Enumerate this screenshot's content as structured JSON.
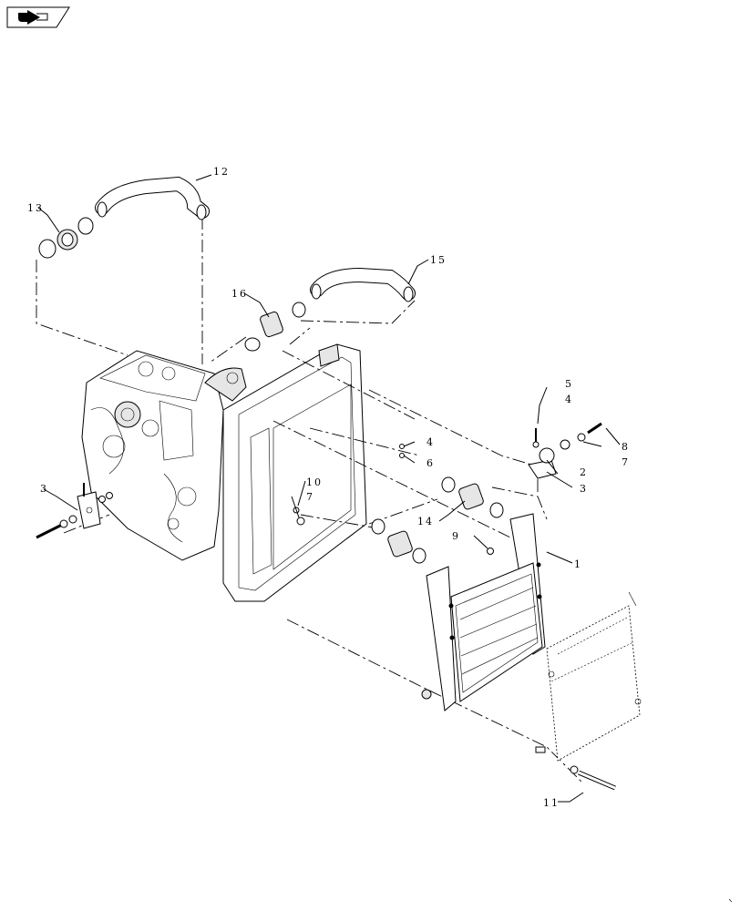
{
  "nav": {
    "icon": "forward-arrow-icon"
  },
  "callouts": {
    "c1": "1",
    "c2": "2",
    "c3a": "3",
    "c3b": "3",
    "c4a": "4",
    "c4b": "4",
    "c5": "5",
    "c6": "6",
    "c7a": "7",
    "c7b": "7",
    "c8": "8",
    "c9": "9",
    "c10": "10",
    "c11": "11",
    "c12": "12",
    "c13": "13",
    "c14": "14",
    "c15": "15",
    "c16": "16"
  }
}
